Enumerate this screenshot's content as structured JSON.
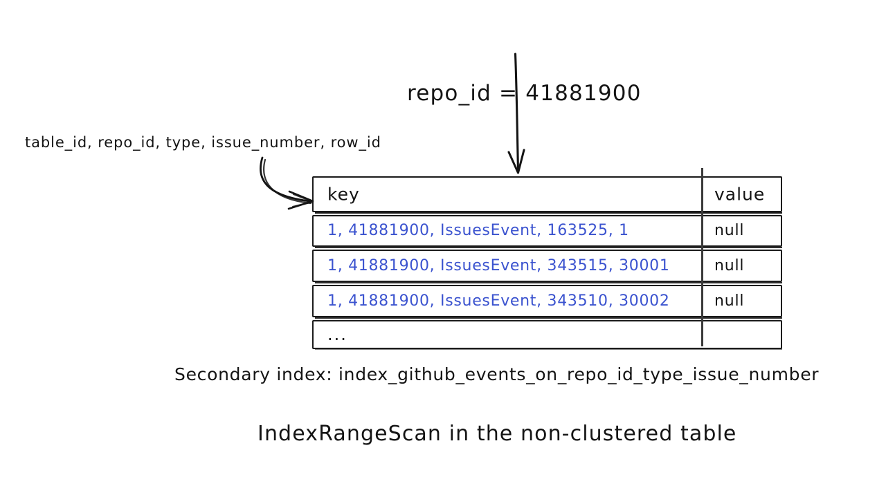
{
  "diagram": {
    "predicate_label": "repo_id = 41881900",
    "columns_label": "table_id, repo_id, type, issue_number, row_id",
    "secondary_index_caption": "Secondary index: index_github_events_on_repo_id_type_issue_number",
    "scan_caption": "IndexRangeScan in the non-clustered table",
    "ink_color": "#141414",
    "key_text_color": "#3b53cf",
    "background_color": "#ffffff"
  },
  "table": {
    "headers": {
      "key": "key",
      "value": "value"
    },
    "rows": [
      {
        "key": "1, 41881900, IssuesEvent, 163525, 1",
        "value": "null"
      },
      {
        "key": "1, 41881900, IssuesEvent, 343515, 30001",
        "value": "null"
      },
      {
        "key": "1, 41881900, IssuesEvent, 343510, 30002",
        "value": "null"
      },
      {
        "key": "...",
        "value": ""
      }
    ]
  }
}
